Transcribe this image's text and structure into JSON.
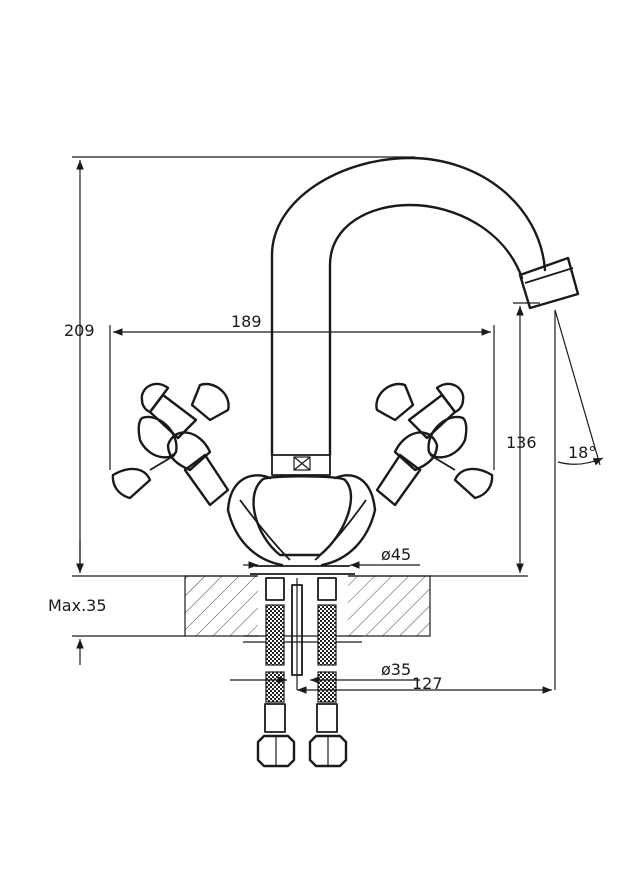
{
  "dimensions": {
    "overall_height": "209",
    "handle_span": "189",
    "spout_height": "136",
    "spout_angle": "18°",
    "base_diameter": "ø45",
    "max_deck": "Max.35",
    "shank_diameter": "ø35",
    "spout_reach": "127"
  },
  "colors": {
    "line": "#1a1a1a",
    "background": "#ffffff"
  }
}
